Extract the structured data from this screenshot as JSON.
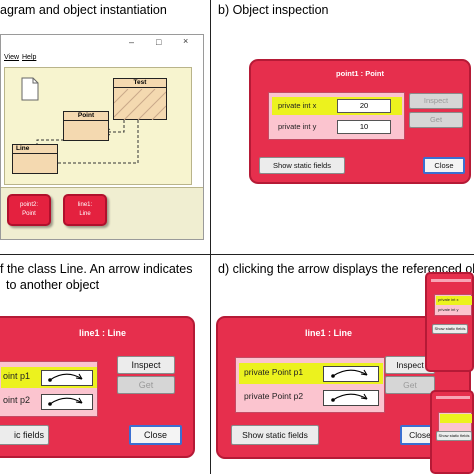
{
  "captions": {
    "a": "agram and object instantiation",
    "b": "b) Object inspection",
    "c1": "f the class Line. An arrow indicates",
    "c2": "to another object",
    "d": "d) clicking the arrow displays the referenced ol"
  },
  "window_a": {
    "menu_view": "View",
    "menu_help": "Help",
    "minimize": "–",
    "maximize": "□",
    "close": "×",
    "class_test": "Test",
    "class_point": "Point",
    "class_line": "Line",
    "object_point_l1": "point2:",
    "object_point_l2": "Point",
    "object_line_l1": "line1:",
    "object_line_l2": "Line"
  },
  "panel_b": {
    "title": "point1 : Point",
    "field1_name": "private int x",
    "field1_value": "20",
    "field2_name": "private int y",
    "field2_value": "10",
    "inspect": "Inspect",
    "get": "Get",
    "static": "Show static fields",
    "close": "Close"
  },
  "panel_c": {
    "title": "line1 : Line",
    "field1_name": "oint p1",
    "field2_name": "oint p2",
    "inspect": "Inspect",
    "get": "Get",
    "static": "ic fields",
    "close": "Close"
  },
  "panel_d": {
    "title": "line1 : Line",
    "field1_name": "private Point p1",
    "field2_name": "private Point p2",
    "inspect": "Inspect",
    "get": "Get",
    "static": "Show static fields",
    "close": "Close",
    "mini_f1": "private int x",
    "mini_f2": "private int y",
    "mini_static": "Show static fields",
    "mini2_static": "Show static fields"
  }
}
